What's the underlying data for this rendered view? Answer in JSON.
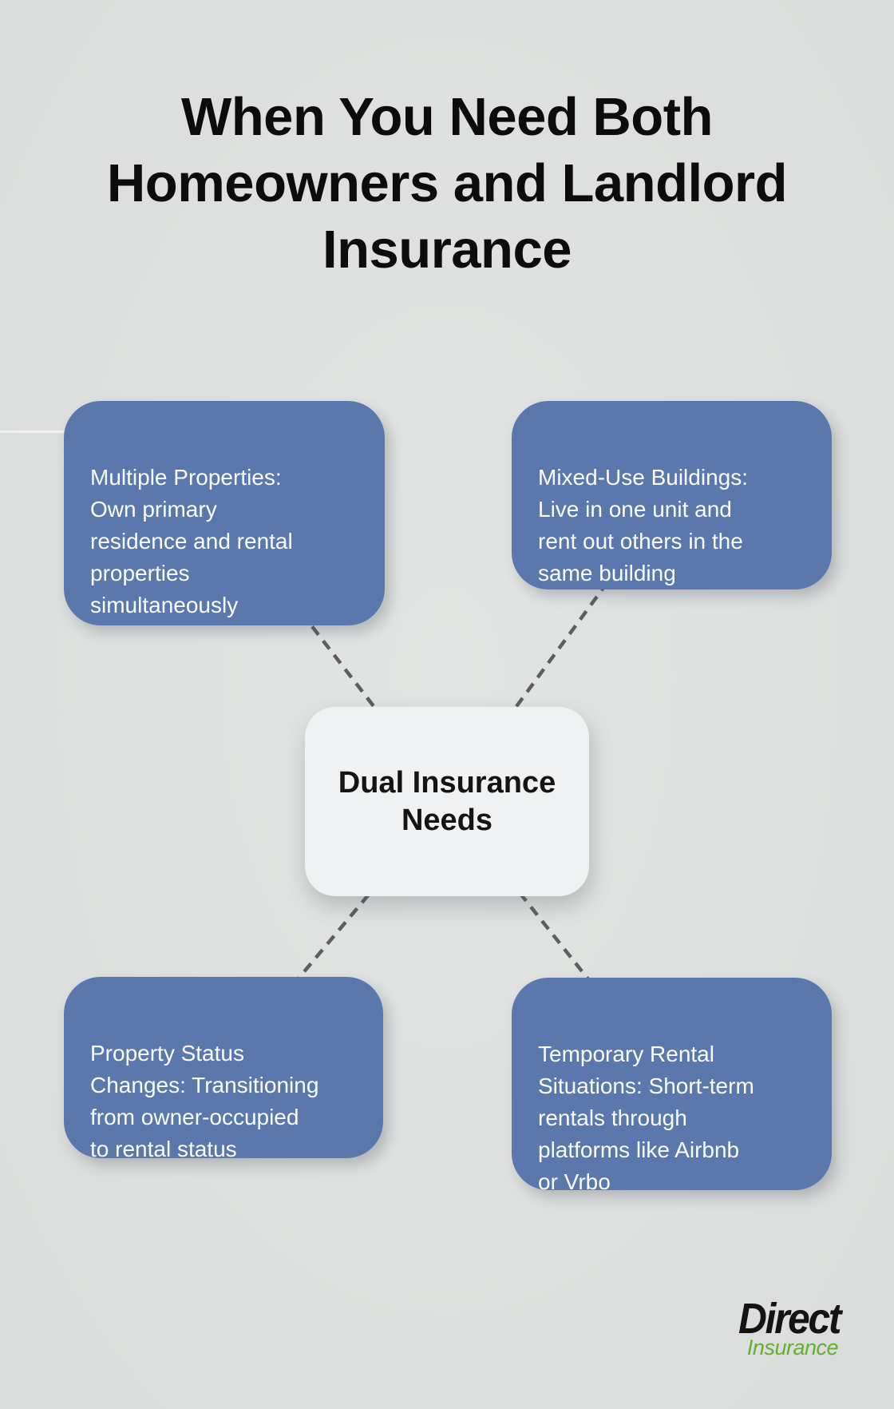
{
  "title": "When You Need Both\nHomeowners and Landlord\nInsurance",
  "center_node": {
    "label": "Dual Insurance\nNeeds"
  },
  "nodes": [
    {
      "id": "multiple-properties",
      "position": "top-left",
      "text": "Multiple Properties:\nOwn primary\nresidence and rental\nproperties\nsimultaneously"
    },
    {
      "id": "mixed-use-buildings",
      "position": "top-right",
      "text": "Mixed-Use Buildings:\nLive in one unit and\nrent out others in the\nsame building"
    },
    {
      "id": "property-status-changes",
      "position": "bottom-left",
      "text": "Property Status\nChanges: Transitioning\nfrom owner-occupied\nto rental status"
    },
    {
      "id": "temporary-rental-situations",
      "position": "bottom-right",
      "text": "Temporary Rental\nSituations: Short-term\nrentals through\nplatforms like Airbnb\nor Vrbo"
    }
  ],
  "logo": {
    "brand": "Direct",
    "tagline": "Insurance"
  },
  "colors": {
    "background": "#dee0df",
    "node_fill": "#5b78ad",
    "node_text": "#fbfcfe",
    "center_fill": "#eff1f2",
    "center_text": "#141414",
    "title_text": "#0c0c0c",
    "connector": "#5d5f5e",
    "logo_brand": "#121312",
    "logo_tagline_green": "#62b02e"
  }
}
